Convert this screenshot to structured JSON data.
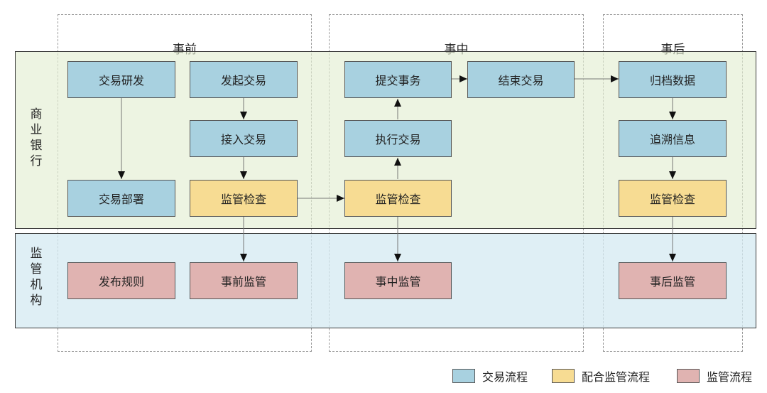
{
  "phases": {
    "before": "事前",
    "during": "事中",
    "after": "事后"
  },
  "lanes": {
    "bank": "商\n业\n银\n行",
    "regulator": "监\n管\n机\n构"
  },
  "boxes": {
    "trade_dev": "交易研发",
    "trade_deploy": "交易部署",
    "initiate_trade": "发起交易",
    "access_trade": "接入交易",
    "supervision_check_before": "监管检查",
    "submit_tx": "提交事务",
    "execute_trade": "执行交易",
    "supervision_check_during": "监管检查",
    "end_trade": "结束交易",
    "archive_data": "归档数据",
    "trace_info": "追溯信息",
    "supervision_check_after": "监管检查",
    "publish_rules": "发布规则",
    "pre_supervision": "事前监管",
    "mid_supervision": "事中监管",
    "post_supervision": "事后监管"
  },
  "legend": {
    "trade_flow": "交易流程",
    "cooperate_flow": "配合监管流程",
    "supervision_flow": "监管流程"
  },
  "colors": {
    "trade_flow": "#a8d1e0",
    "cooperate_flow": "#f7dc93",
    "supervision_flow": "#e0b3b1",
    "bank_lane": "#e4eed2",
    "regulator_lane": "#d4e9f2"
  }
}
